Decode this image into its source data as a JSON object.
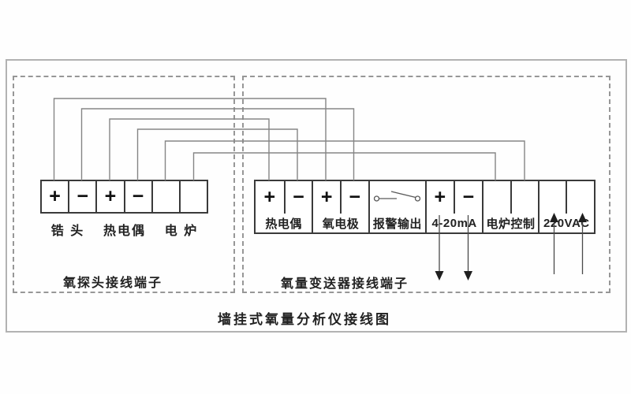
{
  "colors": {
    "outer_border": "#b2b2b2",
    "dashed_border": "#979797",
    "block_border": "#3a3a3a",
    "wire": "#858585",
    "text": "#222222"
  },
  "icons": {
    "alarm_contact": "relay-no-contact-icon",
    "signal_output": "arrow-down-icon",
    "power_input": "arrow-up-icon"
  },
  "diagram": {
    "title": "墙挂式氧量分析仪接线图",
    "probe": {
      "caption": "氧探头接线端子",
      "terminals": [
        "+",
        "−",
        "+",
        "−",
        "",
        ""
      ],
      "groups": [
        "锆 头",
        "热电偶",
        "电 炉"
      ]
    },
    "transmitter": {
      "caption": "氧量变送器接线端子",
      "terminals": [
        "+",
        "−",
        "+",
        "−",
        "",
        "+",
        "−",
        "",
        "",
        "",
        ""
      ],
      "groups": [
        "热电偶",
        "氧电极",
        "报警输出",
        "4-20mA",
        "电炉控制",
        "220VAC"
      ]
    }
  }
}
